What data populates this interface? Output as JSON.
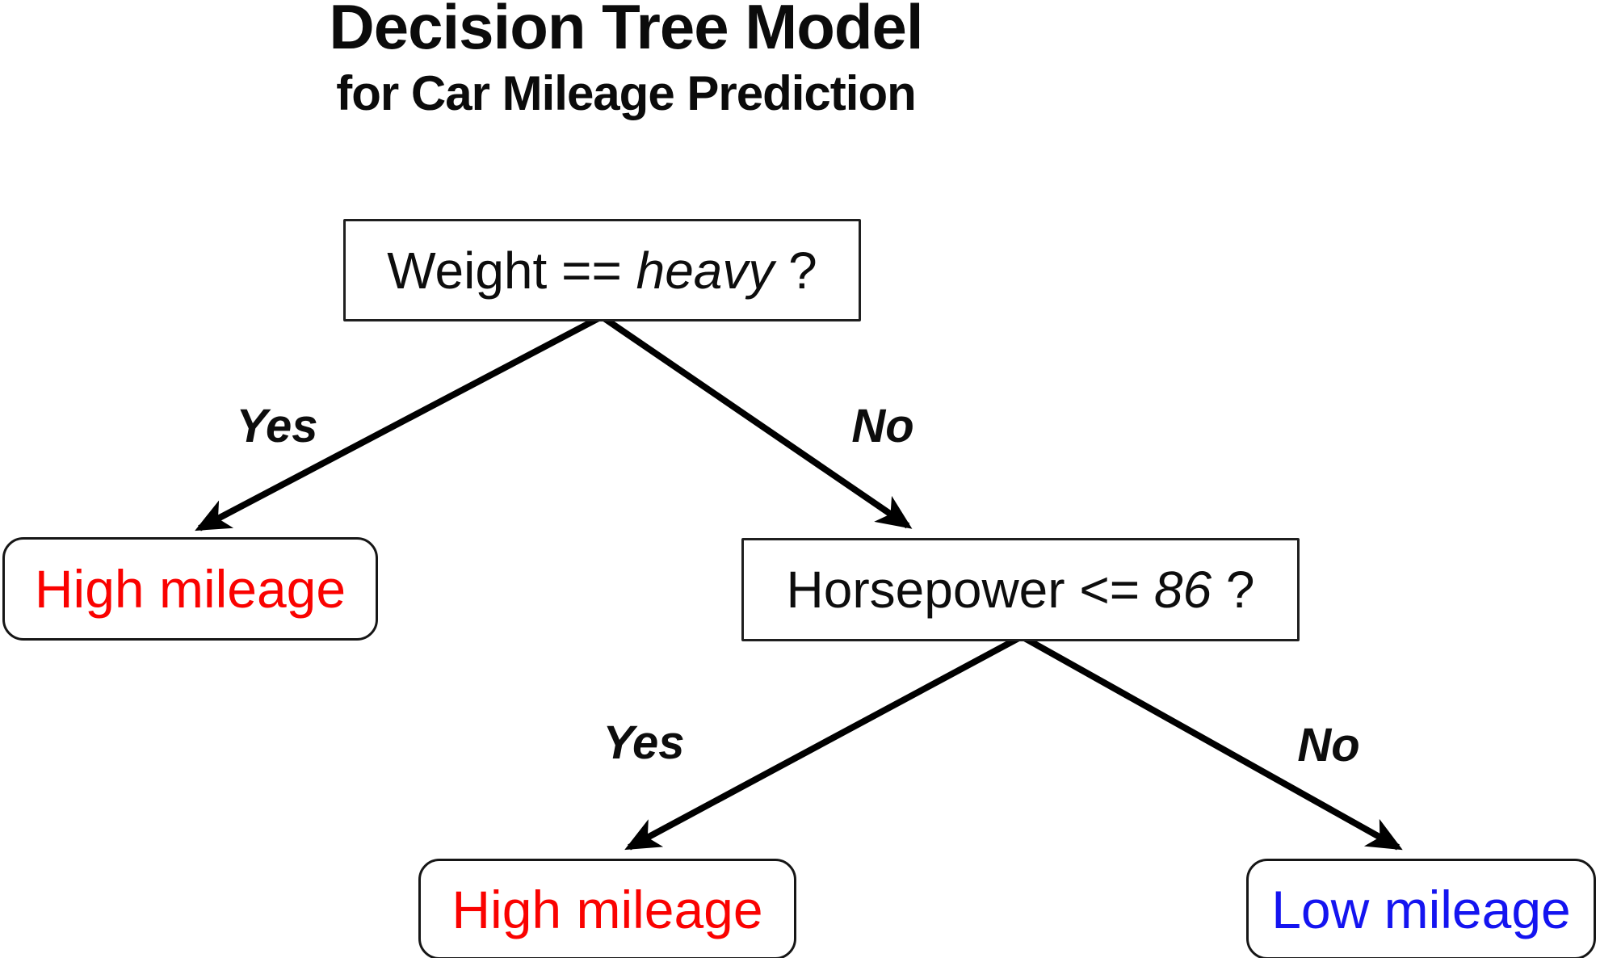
{
  "title": "Decision Tree Model",
  "subtitle": "for Car Mileage Prediction",
  "colors": {
    "edge_line": "#000000",
    "high_mileage_text": "#fa0200",
    "low_mileage_text": "#1414f0"
  },
  "nodes": {
    "root": {
      "prefix": "Weight == ",
      "italic": "heavy",
      "suffix": " ?"
    },
    "horsepower": {
      "prefix": "Horsepower <= ",
      "italic": "86",
      "suffix": " ?"
    },
    "leaf_weight_yes": {
      "label": "High mileage",
      "color": "#fa0200"
    },
    "leaf_hp_yes": {
      "label": "High mileage",
      "color": "#fa0200"
    },
    "leaf_hp_no": {
      "label": "Low mileage",
      "color": "#1414f0"
    }
  },
  "edges": {
    "weight_yes": {
      "label": "Yes"
    },
    "weight_no": {
      "label": "No"
    },
    "hp_yes": {
      "label": "Yes"
    },
    "hp_no": {
      "label": "No"
    }
  }
}
